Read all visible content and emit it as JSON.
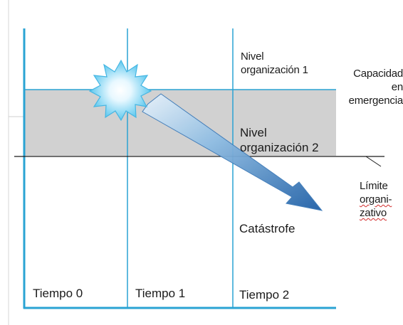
{
  "levels": {
    "nivel_1": [
      "Nivel",
      "organización 1"
    ],
    "nivel_2": [
      "Nivel",
      "organización 2"
    ],
    "catastrofe": "Catástrofe"
  },
  "right_labels": {
    "capacidad": [
      "Capacidad",
      "en",
      "emergencia"
    ],
    "limite": [
      "Límite",
      "organi-",
      "zativo"
    ]
  },
  "time_labels": [
    "Tiempo 0",
    "Tiempo 1",
    "Tiempo 2"
  ],
  "colors": {
    "axis_blue": "#2aa3d3",
    "band_gray": "#d0d0d0",
    "arrow_blue": "#2f72b8",
    "starburst": "#9fe0f7"
  }
}
